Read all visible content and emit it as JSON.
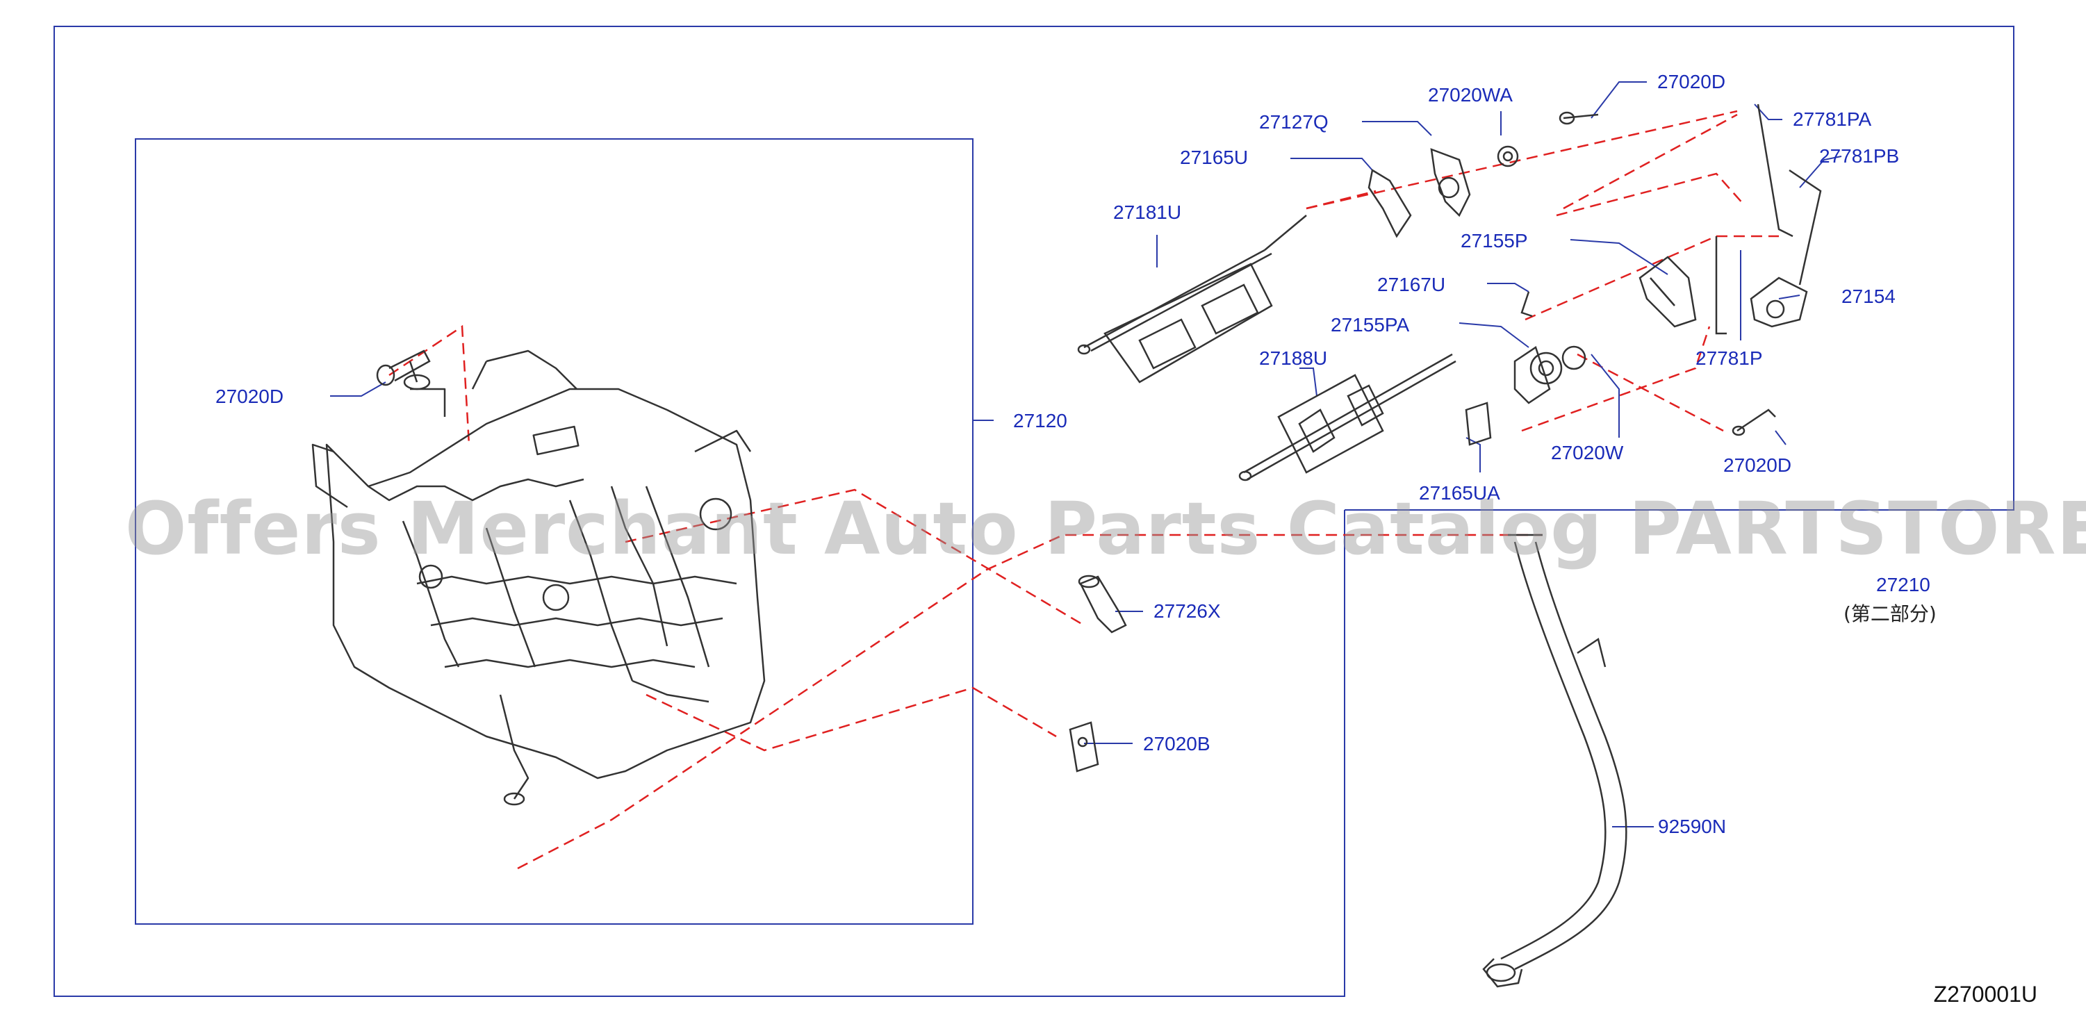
{
  "diagram": {
    "colors": {
      "label": "#1a2bb8",
      "frame": "#2a3aa8",
      "dashed": "#e02020",
      "part": "#333333"
    },
    "parts": [
      {
        "id": "p1",
        "label": "27020D"
      },
      {
        "id": "p2",
        "label": "27120"
      },
      {
        "id": "p3",
        "label": "27726X"
      },
      {
        "id": "p4",
        "label": "27020B"
      },
      {
        "id": "p5",
        "label": "27181U"
      },
      {
        "id": "p6",
        "label": "27165U"
      },
      {
        "id": "p7",
        "label": "27127Q"
      },
      {
        "id": "p8",
        "label": "27020WA"
      },
      {
        "id": "p9",
        "label": "27020D"
      },
      {
        "id": "p10",
        "label": "27781PA"
      },
      {
        "id": "p11",
        "label": "27781PB"
      },
      {
        "id": "p12",
        "label": "27155P"
      },
      {
        "id": "p13",
        "label": "27167U"
      },
      {
        "id": "p14",
        "label": "27155PA"
      },
      {
        "id": "p15",
        "label": "27154"
      },
      {
        "id": "p16",
        "label": "27188U"
      },
      {
        "id": "p17",
        "label": "27781P"
      },
      {
        "id": "p18",
        "label": "27020W"
      },
      {
        "id": "p19",
        "label": "27020D"
      },
      {
        "id": "p20",
        "label": "27165UA"
      },
      {
        "id": "p21",
        "label": "27210"
      },
      {
        "id": "p22",
        "label": "92590N"
      }
    ],
    "note_27210": "(第二部分)",
    "diagram_id": "Z270001U",
    "watermark": "Offers Merchant Auto Parts Catalog PARTSTORE.SA"
  }
}
